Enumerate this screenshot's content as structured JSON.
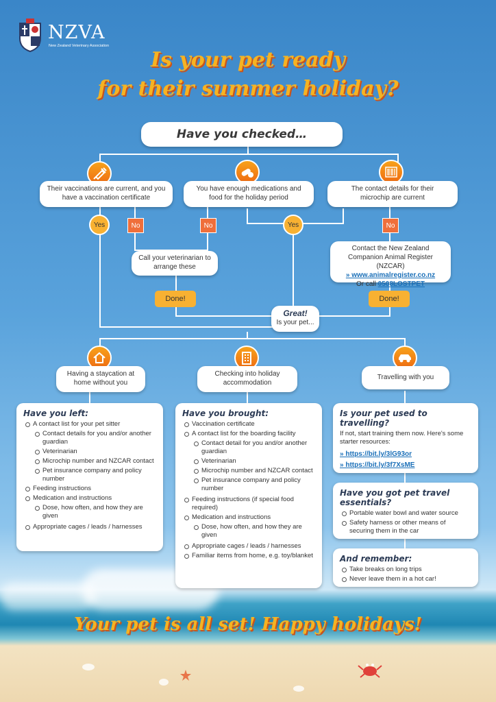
{
  "logo": {
    "name": "NZVA",
    "subtitle": "New Zealand Veterinary Association"
  },
  "title": {
    "line1": "Is your pet ready",
    "line2": "for their summer holiday?"
  },
  "header_box": "Have you checked…",
  "checks": [
    {
      "icon": "syringe-icon",
      "text": "Their vaccinations are current, and you have a vaccination certificate"
    },
    {
      "icon": "pills-icon",
      "text": "You have enough medications and food for the holiday period"
    },
    {
      "icon": "barcode-icon",
      "text": "The contact details for their microchip are current"
    }
  ],
  "labels": {
    "yes": "Yes",
    "no": "No",
    "done": "Done!"
  },
  "vet_box": "Call your veterinarian to arrange these",
  "nzcar_box": {
    "line1": "Contact the New Zealand Companion Animal Register (NZCAR)",
    "link": "» www.animalregister.co.nz",
    "call_prefix": "Or call ",
    "phone": "0508LOSTPET"
  },
  "great_box": {
    "title": "Great!",
    "subtitle": "Is your pet..."
  },
  "options": [
    {
      "icon": "house-icon",
      "text": "Having a staycation at home without you"
    },
    {
      "icon": "building-icon",
      "text": "Checking into holiday accommodation"
    },
    {
      "icon": "car-icon",
      "text": "Travelling with you"
    }
  ],
  "panel_left": {
    "title": "Have you left:",
    "i1": "A contact list for your pet sitter",
    "i1a": "Contact details for you and/or another guardian",
    "i1b": "Veterinarian",
    "i1c": "Microchip number and NZCAR contact",
    "i1d": "Pet insurance company and policy number",
    "i2": "Feeding instructions",
    "i3": "Medication and instructions",
    "i3a": "Dose, how often, and how they are given",
    "i4": "Appropriate cages / leads / harnesses"
  },
  "panel_mid": {
    "title": "Have you brought:",
    "i1": "Vaccination certificate",
    "i2": "A contact list for the boarding facility",
    "i2a": "Contact detail for you and/or another guardian",
    "i2b": "Veterinarian",
    "i2c": "Microchip number and NZCAR contact",
    "i2d": "Pet insurance company and policy number",
    "i3": "Feeding instructions (if special food required)",
    "i4": "Medication and instructions",
    "i4a": "Dose, how often, and how they are given",
    "i5": "Appropriate cages / leads / harnesses",
    "i6": "Familiar items from home, e.g. toy/blanket"
  },
  "panel_r1": {
    "title": "Is your pet used to travelling?",
    "text": "If not, start training them now. Here's some starter resources:",
    "link1": "» https://bit.ly/3lG93or",
    "link2": "» https://bit.ly/3f7XsME"
  },
  "panel_r2": {
    "title": "Have you got pet travel essentials?",
    "i1": "Portable water bowl and water source",
    "i2": "Safety harness or other means of securing them in the car"
  },
  "panel_r3": {
    "title": "And remember:",
    "i1": "Take breaks on long trips",
    "i2": "Never leave them in a hot car!"
  },
  "footer": "Your pet is all set! Happy holidays!"
}
